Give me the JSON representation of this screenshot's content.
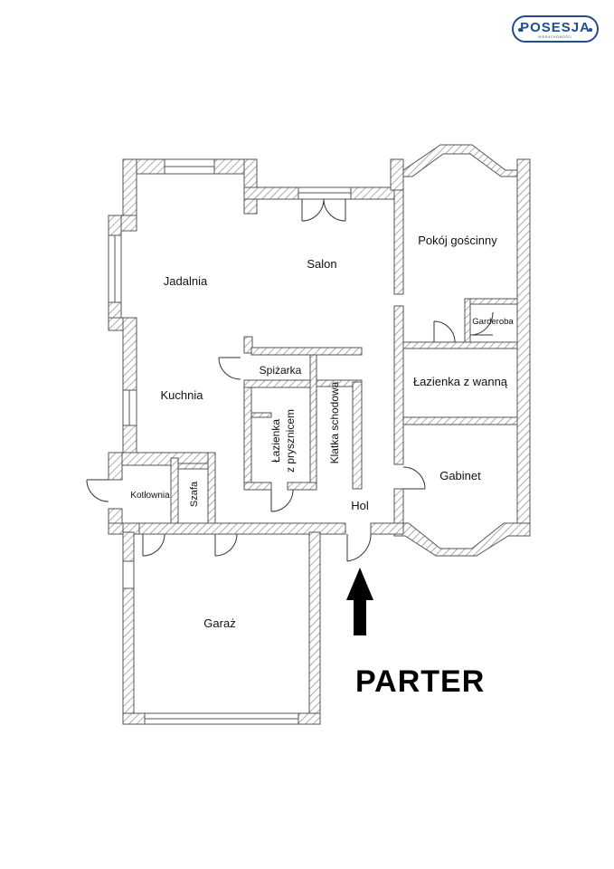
{
  "logo": {
    "name": "POSESJA",
    "subtitle": "NIERUCHOMOŚCI",
    "color": "#1f4e8f"
  },
  "floor_label": "PARTER",
  "rooms": {
    "jadalnia": "Jadalnia",
    "kuchnia": "Kuchnia",
    "salon": "Salon",
    "pokoj_goscinny": "Pokój gościnny",
    "garderoba": "Garderoba",
    "spizarka": "Spiżarka",
    "lazienka_z_wanna": "Łazienka z wanną",
    "lazienka_line1": "Łazienka",
    "lazienka_line2": "z prysznicem",
    "klatka_schodowa": "Klatka schodowa",
    "kotlownia": "Kotłownia",
    "szafa": "Szafa",
    "hol": "Hol",
    "gabinet": "Gabinet",
    "garaz": "Garaż"
  },
  "icons": {
    "entrance": "entrance-arrow-icon",
    "logo": "posesja-logo-icon"
  },
  "colors": {
    "wall_outline": "#555555",
    "hatch": "#8a8a8a",
    "text": "#111111"
  }
}
